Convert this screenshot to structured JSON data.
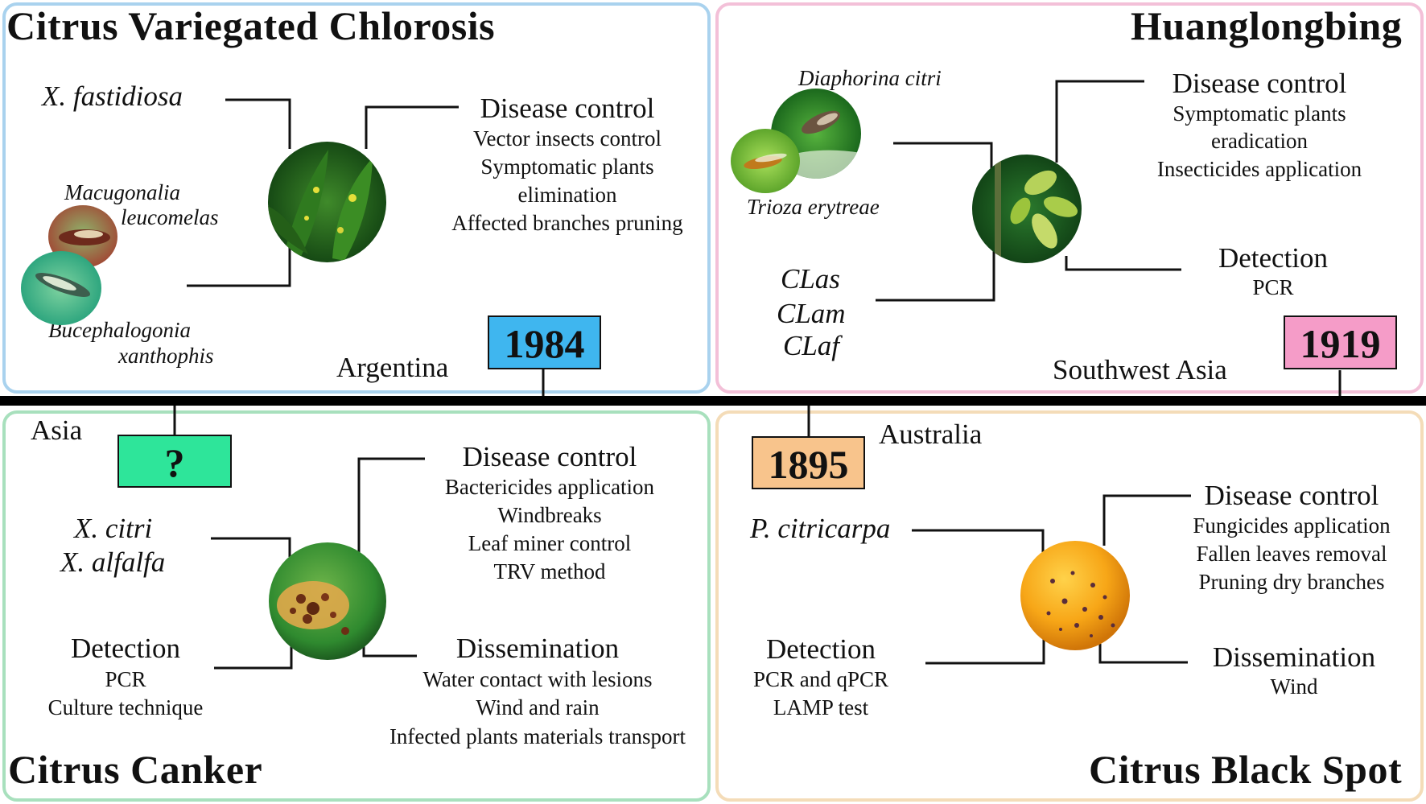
{
  "cvc": {
    "title": "Citrus Variegated Chlorosis",
    "pathogen": "X. fastidiosa",
    "vector1_line1": "Macugonalia",
    "vector1_line2": "leucomelas",
    "vector2_line1": "Bucephalogonia",
    "vector2_line2": "xanthophis",
    "control_head": "Disease control",
    "control_items": [
      "Vector insects control",
      "Symptomatic plants",
      "elimination",
      "Affected branches pruning"
    ],
    "place": "Argentina",
    "year": "1984",
    "year_color": "#3fb6ef"
  },
  "hlb": {
    "title": "Huanglongbing",
    "vector1": "Diaphorina citri",
    "vector2": "Trioza erytreae",
    "pathogens": [
      "CLas",
      "CLam",
      "CLaf"
    ],
    "control_head": "Disease control",
    "control_items": [
      "Symptomatic plants",
      "eradication",
      "Insecticides application"
    ],
    "detection_head": "Detection",
    "detection_items": [
      "PCR"
    ],
    "place": "Southwest Asia",
    "year": "1919",
    "year_color": "#f59cc8"
  },
  "cc": {
    "title": "Citrus Canker",
    "place": "Asia",
    "year": "?",
    "year_color": "#2ee59a",
    "pathogens": [
      "X. citri",
      "X. alfalfa"
    ],
    "control_head": "Disease control",
    "control_items": [
      "Bactericides application",
      "Windbreaks",
      "Leaf miner control",
      "TRV method"
    ],
    "detection_head": "Detection",
    "detection_items": [
      "PCR",
      "Culture technique"
    ],
    "dissemination_head": "Dissemination",
    "dissemination_items": [
      "Water contact with lesions",
      "Wind and rain",
      "Infected plants materials transport"
    ]
  },
  "cbs": {
    "title": "Citrus Black Spot",
    "place": "Australia",
    "year": "1895",
    "year_color": "#f8c48c",
    "pathogen": "P. citricarpa",
    "control_head": "Disease control",
    "control_items": [
      "Fungicides application",
      "Fallen leaves removal",
      "Pruning dry branches"
    ],
    "detection_head": "Detection",
    "detection_items": [
      "PCR and qPCR",
      "LAMP test"
    ],
    "dissemination_head": "Dissemination",
    "dissemination_items": [
      "Wind"
    ]
  },
  "icons": [
    "citrus-leaf-photo-icon",
    "leafhopper-photo-icon",
    "psyllid-photo-icon",
    "citrus-plant-photo-icon",
    "canker-fruit-photo-icon",
    "black-spot-orange-photo-icon"
  ]
}
